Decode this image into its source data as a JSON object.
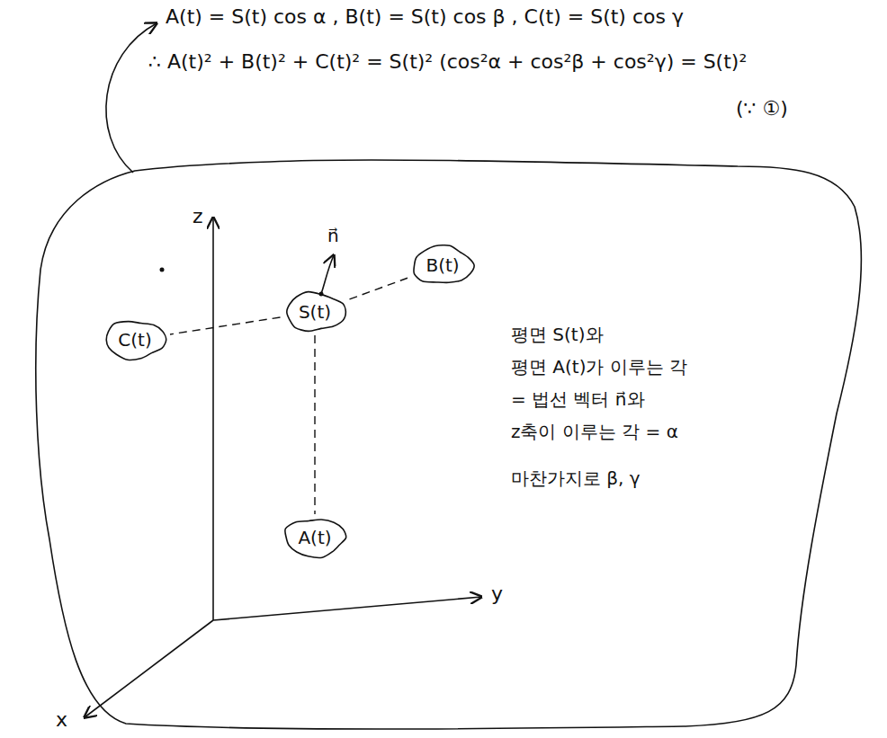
{
  "diagram": {
    "nodes": [
      {
        "text": [
          "B(t)"
        ]
      },
      {
        "text": [
          "S(t)"
        ]
      },
      {
        "text": [
          "C(t)"
        ]
      },
      {
        "text": [
          "A(t)"
        ]
      }
    ],
    "edges": [
      {
        "from": 1,
        "to": 0,
        "arrow": "none"
      },
      {
        "from": 1,
        "to": 2,
        "arrow": "none"
      },
      {
        "from": 1,
        "to": 3,
        "arrow": "none"
      }
    ],
    "labels": [
      "A(t) = S(t) cos α , B(t) = S(t) cos β , C(t) = S(t) cos γ",
      "∴ A(t)² + B(t)² + C(t)² = S(t)² (cos²α + cos²β + cos²γ) = S(t)²",
      "(∵ ①)",
      "z",
      "n⃗",
      "y",
      "평면 S(t)와",
      "평면 A(t)가 이루는 각",
      "= 법선 벡터 n⃗와",
      "z축이 이루는 각 = α",
      "마찬가지로 β, γ",
      "x"
    ]
  }
}
